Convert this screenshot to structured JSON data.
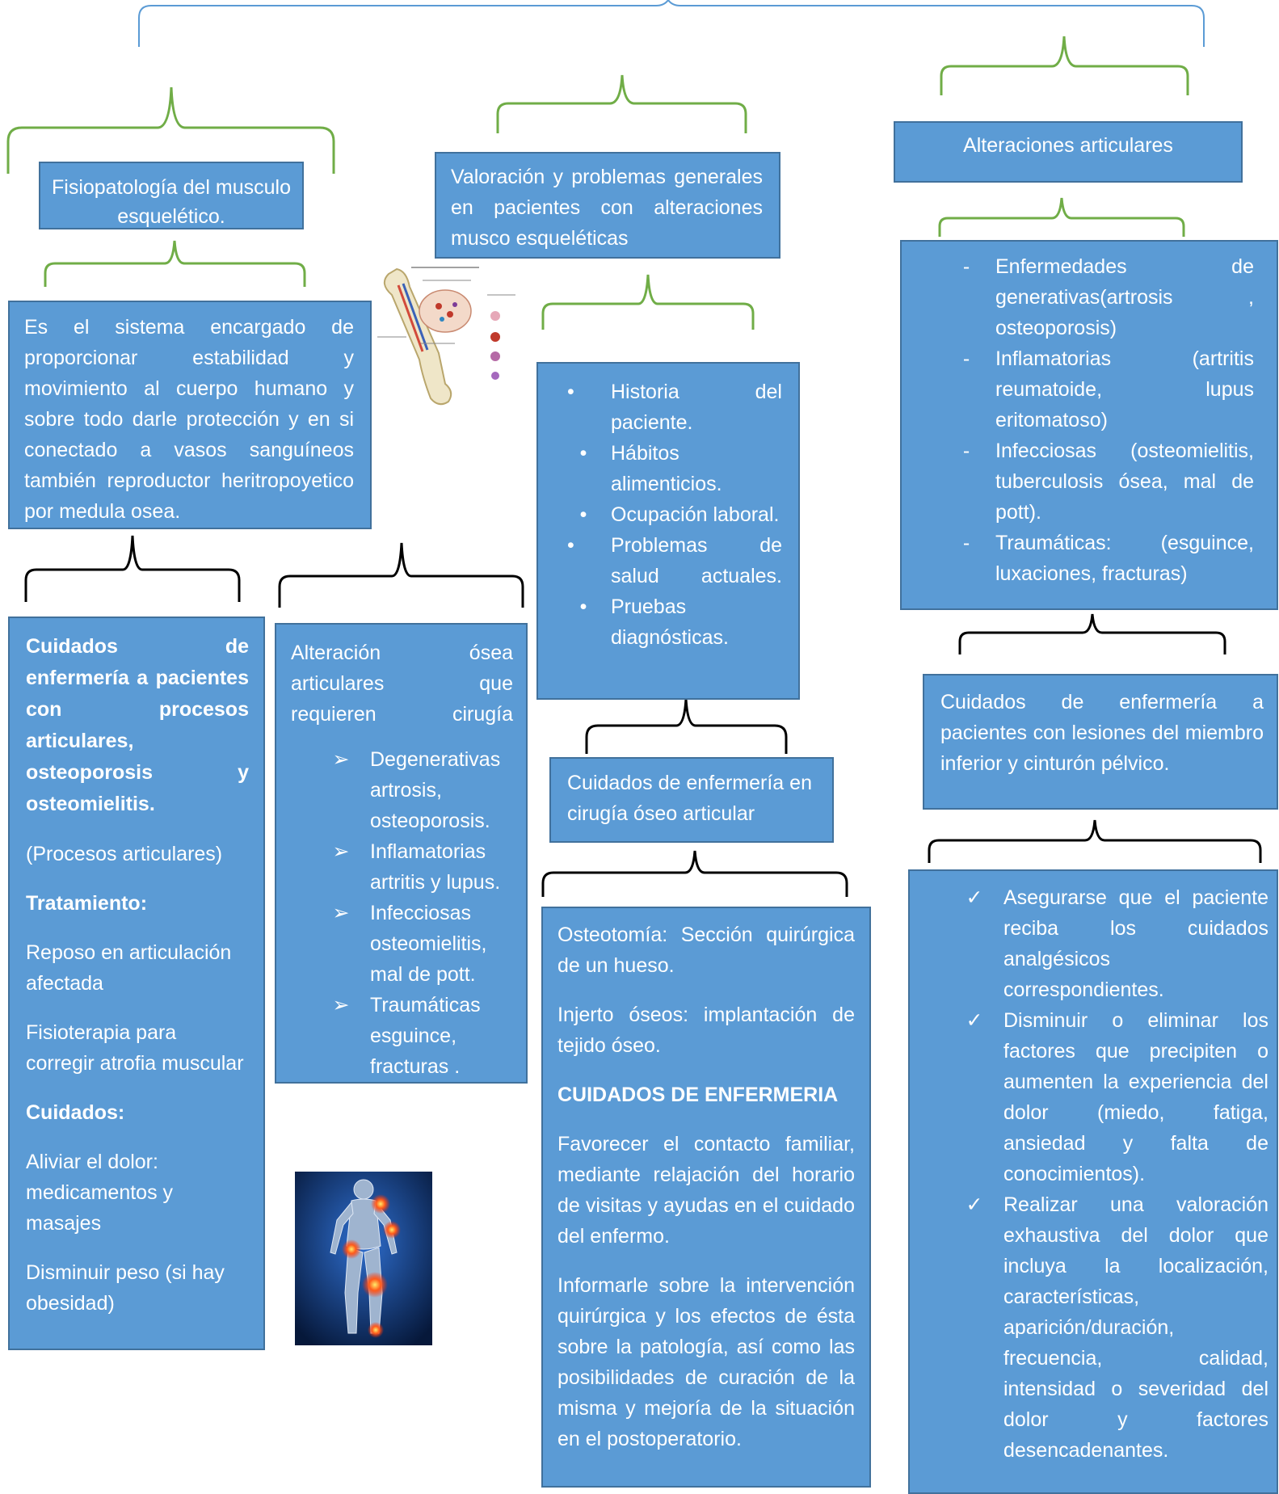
{
  "colors": {
    "box_fill": "#5b9bd5",
    "box_border": "#41719c",
    "box_text": "#ffffff",
    "bracket_top": "#5b9bd5",
    "bracket_green": "#70ad47",
    "bracket_black": "#000000"
  },
  "col1": {
    "title": "Fisiopatología del musculo esquelético.",
    "definition": "Es el sistema encargado de proporcionar estabilidad y movimiento al cuerpo humano y sobre todo darle protección y en si conectado a vasos sanguíneos también reproductor heritropoyetico por medula osea.",
    "care": {
      "heading": "Cuidados de enfermería a pacientes con procesos articulares, osteoporosis y osteomielitis.",
      "subtitle": "(Procesos articulares)",
      "treatment_heading": "Tratamiento:",
      "treatment_1": "Reposo en articulación afectada",
      "treatment_2": "Fisioterapia para corregir atrofia muscular",
      "care_heading": "Cuidados:",
      "care_1": "Aliviar el dolor: medicamentos y masajes",
      "care_2": "Disminuir peso (si hay obesidad)"
    },
    "surgery": {
      "intro": "Alteración ósea articulares que requieren cirugía",
      "marker": "➢",
      "items": [
        "Degenerativas artrosis, osteoporosis.",
        "Inflamatorias artritis y lupus.",
        "Infecciosas osteomielitis, mal de pott.",
        "Traumáticas esguince, fracturas ."
      ]
    },
    "bone_image_icon": "bone-anatomy-illustration",
    "body_image_icon": "human-body-joint-pain-illustration"
  },
  "col2": {
    "title": "Valoración y problemas generales en pacientes con alteraciones musco esqueléticas",
    "marker": "•",
    "assessment": [
      "Historia del paciente.",
      "Hábitos alimenticios.",
      "Ocupación laboral.",
      "Problemas de salud actuales.",
      "Pruebas diagnósticas."
    ],
    "surgery_title": "Cuidados de enfermería en cirugía óseo articular",
    "details": {
      "osteotomy": "Osteotomía: Sección quirúrgica de un hueso.",
      "graft": "Injerto óseos: implantación de tejido óseo.",
      "heading": "CUIDADOS DE ENFERMERIA",
      "p1": "Favorecer el contacto familiar, mediante relajación del horario de visitas y ayudas en el cuidado del enfermo.",
      "p2": "Informarle sobre la intervención quirúrgica y los efectos de ésta sobre la patología, así como las posibilidades de curación de la misma y mejoría de la situación en el postoperatorio."
    }
  },
  "col3": {
    "title": "Alteraciones articulares",
    "marker": "-",
    "types": [
      "Enfermedades de generativas(artrosis , osteoporosis)",
      "Inflamatorias (artritis reumatoide, lupus eritomatoso)",
      "Infecciosas (osteomielitis, tuberculosis ósea, mal de pott).",
      "Traumáticas: (esguince, luxaciones, fracturas)"
    ],
    "limb_title": "Cuidados de enfermería a pacientes con lesiones del miembro inferior y cinturón pélvico.",
    "check_marker": "✓",
    "checklist": [
      "Asegurarse que el paciente reciba los cuidados analgésicos correspondientes.",
      "Disminuir o eliminar los factores que precipiten o aumenten la experiencia del dolor (miedo, fatiga, ansiedad y falta de conocimientos).",
      "Realizar una valoración exhaustiva del dolor que incluya la localización, características, aparición/duración, frecuencia, calidad, intensidad o severidad del dolor y factores desencadenantes."
    ]
  }
}
